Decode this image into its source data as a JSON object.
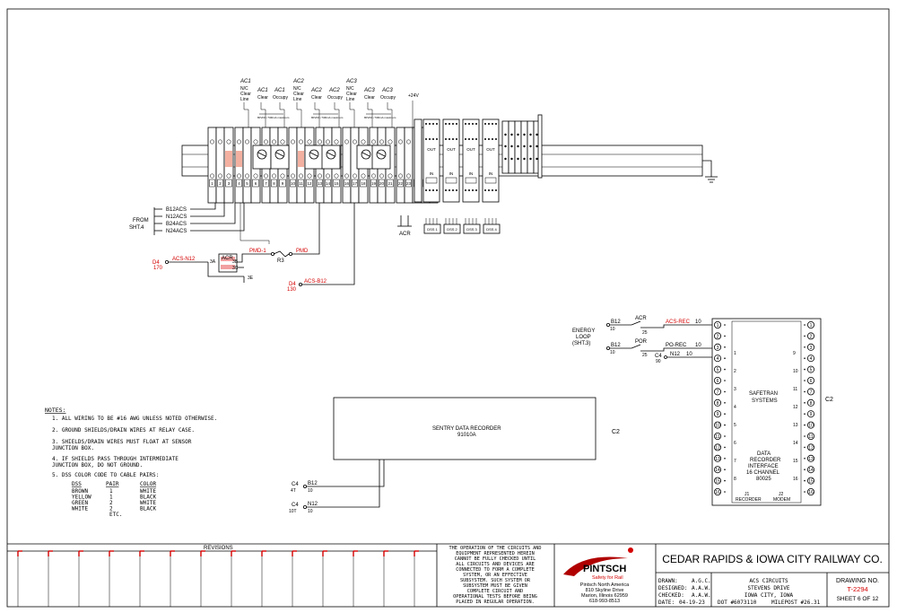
{
  "from_block": {
    "from_label": "FROM",
    "sheet_label": "SHT.4",
    "wires": [
      "B12ACS",
      "N12ACS",
      "B24ACS",
      "N24ACS"
    ]
  },
  "top_labels": {
    "groups": [
      {
        "nc": "AC1",
        "clear": "AC1",
        "occupy": "AC1"
      },
      {
        "nc": "AC2",
        "clear": "AC2",
        "occupy": "AC2"
      },
      {
        "nc": "AC3",
        "clear": "AC3",
        "occupy": "AC3"
      }
    ],
    "nc_text": [
      "N/C",
      "Clear",
      "Line"
    ],
    "clear_text": "Clear",
    "occupy_text": "Occupy",
    "rating": "80VDC / 500mA maximum",
    "plus24": "+24V"
  },
  "terminal_numbers": [
    "1",
    "2",
    "3",
    "4",
    "5",
    "6",
    "7",
    "8",
    "9",
    "10",
    "11",
    "12",
    "13",
    "14",
    "15",
    "16",
    "17",
    "18",
    "19",
    "20",
    "21",
    "22",
    "23",
    "24",
    "25",
    "26"
  ],
  "dss": {
    "labels": [
      "DSS 1",
      "DSS 2",
      "DSS 3",
      "DSS 4"
    ],
    "acr": "ACR",
    "in": "IN",
    "out": "OUT"
  },
  "acr_relay": {
    "name": "ACR",
    "pins": [
      "3A",
      "3B",
      "3C",
      "3E"
    ],
    "d4_170": {
      "ref": "D4",
      "num": "170",
      "wire": "ACS-N12"
    },
    "pmd1": "PMD-1",
    "r3": "R3",
    "pmd": "PMD",
    "d4_130": {
      "ref": "D4",
      "num": "130",
      "wire": "ACS-B12"
    }
  },
  "energy_loop": {
    "label": [
      "ENERGY",
      "LOOP",
      "(SHT.3)"
    ],
    "row1": {
      "wire": "B12",
      "num": "10",
      "relay": "ACR",
      "pin": "25",
      "out": "ACS-REC",
      "outnum": "10"
    },
    "row2": {
      "wire": "B12",
      "num": "10",
      "relay": "POR",
      "pin": "25",
      "c4": "C4",
      "c4num": "90",
      "n12": "N12",
      "n12num": "10",
      "out": "PO-REC",
      "outnum": "10"
    }
  },
  "safetran": {
    "system": [
      "SAFETRAN",
      "SYSTEMS"
    ],
    "interface": [
      "DATA",
      "RECORDER",
      "INTERFACE",
      "16 CHANNEL",
      "80025"
    ],
    "side": "C2",
    "j1": [
      "J1",
      "RECORDER"
    ],
    "j2": [
      "J2",
      "MODEM"
    ],
    "left_pins": [
      "1",
      "2",
      "3",
      "4",
      "5",
      "6",
      "7",
      "8",
      "9",
      "10",
      "11",
      "12",
      "13",
      "14",
      "15",
      "16"
    ],
    "right_pins": [
      "1",
      "2",
      "3",
      "4",
      "5",
      "6",
      "7",
      "8",
      "9",
      "10",
      "11",
      "12",
      "13",
      "14",
      "15",
      "16"
    ],
    "mid_left": [
      "1",
      "2",
      "3",
      "4",
      "5",
      "6",
      "7",
      "8"
    ],
    "mid_right": [
      "9",
      "10",
      "11",
      "12",
      "13",
      "14",
      "15",
      "16"
    ]
  },
  "sentry": {
    "name": "SENTRY DATA RECORDER",
    "model": "91010A",
    "side": "C2",
    "b12": {
      "ref": "C4",
      "num": "4T",
      "wire": "B12",
      "size": "10"
    },
    "n12": {
      "ref": "C4",
      "num": "10T",
      "wire": "N12",
      "size": "10"
    }
  },
  "notes": {
    "title": "NOTES:",
    "items": [
      "1.  ALL WIRING TO BE #16 AWG UNLESS NOTED OTHERWISE.",
      "2.  GROUND SHIELDS/DRAIN WIRES AT RELAY CASE.",
      "3.  SHIELDS/DRAIN WIRES MUST FLOAT AT SENSOR",
      "     JUNCTION BOX.",
      "4.  IF SHIELDS PASS THROUGH INTERMEDIATE",
      "     JUNCTION BOX, DO NOT GROUND.",
      "5.  DSS COLOR CODE TO CABLE PAIRS:"
    ],
    "table_headers": [
      "DSS",
      "PAIR",
      "COLOR"
    ],
    "table_rows": [
      [
        "BROWN",
        "1",
        "WHITE"
      ],
      [
        "YELLOW",
        "1",
        "BLACK"
      ],
      [
        "GREEN",
        "2",
        "WHITE"
      ],
      [
        "WHITE",
        "2",
        "BLACK"
      ],
      [
        "",
        "ETC.",
        ""
      ]
    ]
  },
  "title_block": {
    "revisions": "REVISIONS",
    "disclaimer": [
      "THE OPERATION OF THE CIRCUITS AND",
      "EQUIPMENT REPRESENTED HEREIN",
      "CANNOT BE FULLY CHECKED UNTIL",
      "ALL CIRCUITS AND DEVICES ARE",
      "CONNECTED TO FORM A COMPLETE",
      "SYSTEM, OR AN EFFECTIVE",
      "SUBSYSTEM.  SUCH SYSTEM OR",
      "SUBSYSTEM MUST BE GIVEN",
      "COMPLETE CIRCUIT AND",
      "OPERATIONAL TESTS BEFORE BEING",
      "PLACED IN REGULAR OPERATION."
    ],
    "logo_name": "PINTSCH",
    "logo_tag": "Safety for Rail",
    "company_lines": [
      "Pintsch North America",
      "810 Skyline Drive",
      "Marion, Illinois 62959",
      "618-993-8513"
    ],
    "railway": "CEDAR RAPIDS & IOWA CITY RAILWAY CO.",
    "drawn": "DRAWN:",
    "drawn_val": "A.G.C.",
    "designed": "DESIGNED:",
    "designed_val": "A.A.W.",
    "checked": "CHECKED:",
    "checked_val": "A.A.W.",
    "date": "DATE:",
    "date_val": "04-19-23",
    "desc": [
      "ACS CIRCUITS",
      "STEVENS DRIVE",
      "IOWA CITY, IOWA"
    ],
    "dot": "DOT #6073110",
    "milepost": "MILEPOST #26.31",
    "drawing_no_label": "DRAWING NO.",
    "drawing_no": "T-2294",
    "sheet": "SHEET 6 OF 12"
  },
  "colors": {
    "red": "#d40000",
    "ink": "#000000"
  }
}
